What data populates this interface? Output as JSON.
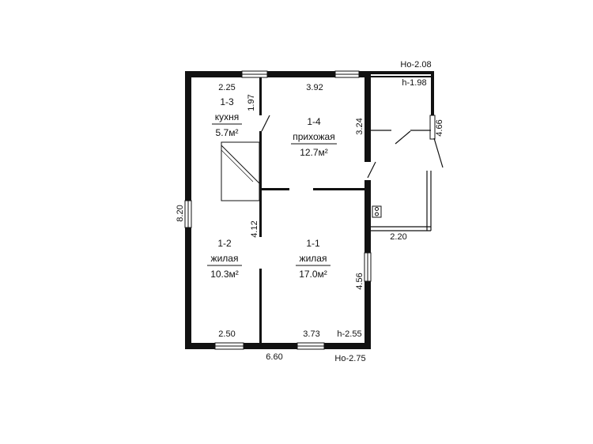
{
  "rooms": [
    {
      "id": "1-3",
      "name": "кухня",
      "area": "5.7м²"
    },
    {
      "id": "1-4",
      "name": "прихожая",
      "area": "12.7м²"
    },
    {
      "id": "1-2",
      "name": "жилая",
      "area": "10.3м²"
    },
    {
      "id": "1-1",
      "name": "жилая",
      "area": "17.0м²"
    }
  ],
  "dimensions": {
    "top_left": "2.25",
    "top_middle": "3.92",
    "kitchen_wall": "1.97",
    "hall_right": "3.24",
    "porch_right": "4.66",
    "porch_bottom": "2.20",
    "left_side": "8.20",
    "partition": "4.12",
    "right_lower": "4.56",
    "bottom_left": "2.50",
    "bottom_right": "3.73",
    "overall_width": "6.60"
  },
  "heights": {
    "top_ground": "Hо-2.08",
    "top_ceiling": "h-1.98",
    "bottom_ceiling": "h-2.55",
    "bottom_ground": "Hо-2.75"
  }
}
